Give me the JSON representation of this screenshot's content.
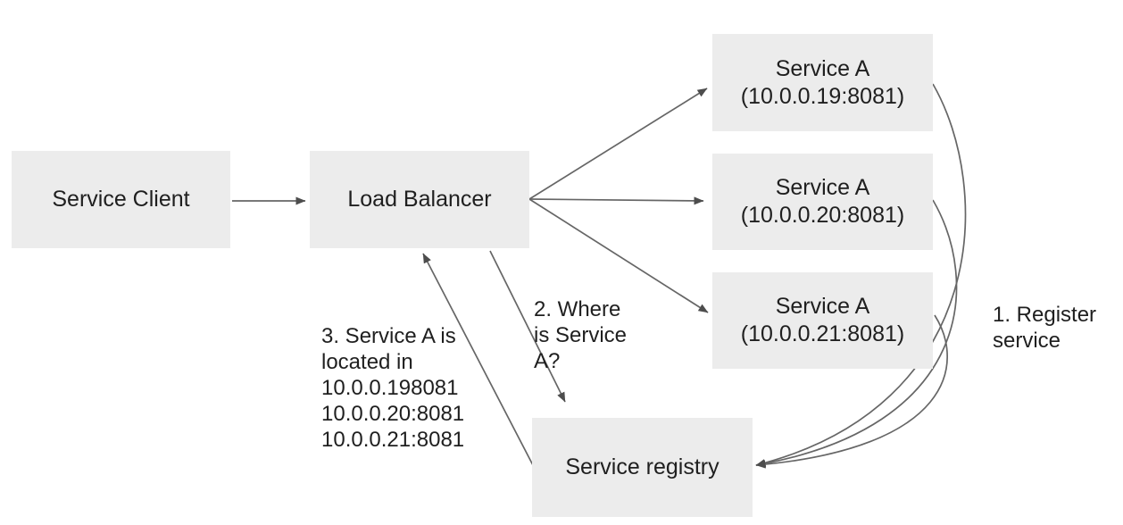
{
  "diagram": {
    "nodes": {
      "service_client": {
        "label": "Service Client"
      },
      "load_balancer": {
        "label": "Load Balancer"
      },
      "service_a_instances": [
        {
          "label": "Service A",
          "address": "(10.0.0.19:8081)"
        },
        {
          "label": "Service A",
          "address": "(10.0.0.20:8081)"
        },
        {
          "label": "Service A",
          "address": "(10.0.0.21:8081)"
        }
      ],
      "service_registry": {
        "label": "Service registry"
      }
    },
    "annotations": {
      "step1": "1. Register\nservice",
      "step2": "2. Where\nis Service\nA?",
      "step3": "3. Service A is\nlocated in\n10.0.0.198081\n10.0.0.20:8081\n10.0.0.21:8081"
    },
    "colors": {
      "background": "#ffffff",
      "node_fill": "#ececec",
      "text": "#1f1f1f",
      "arrow_line": "#666666",
      "arrow_head": "#4d4d4d"
    }
  }
}
